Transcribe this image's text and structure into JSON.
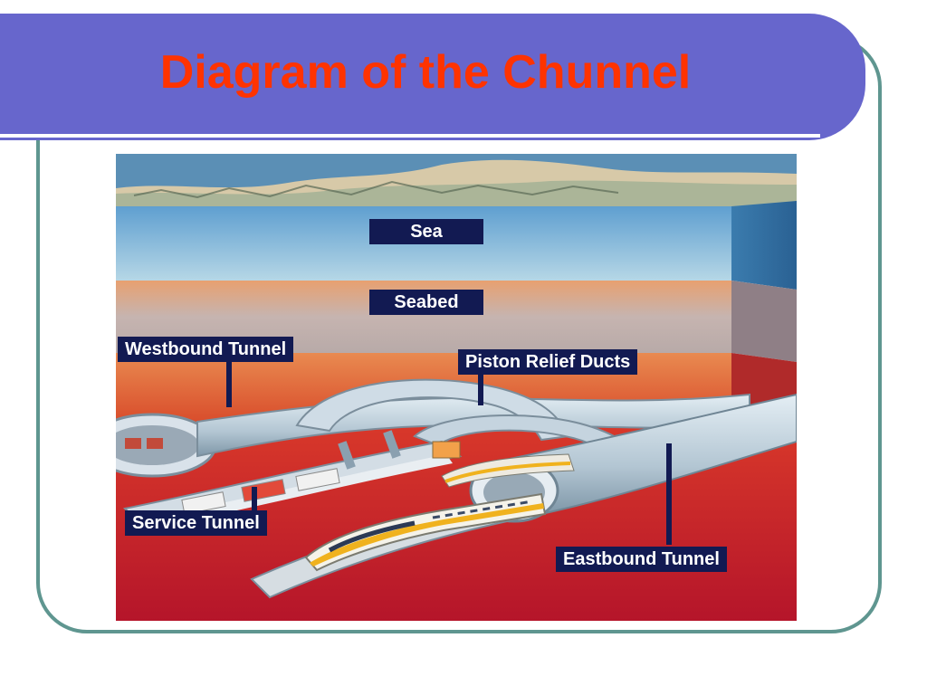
{
  "slide": {
    "title": "Diagram of the Chunnel"
  },
  "diagram": {
    "labels": {
      "sea": "Sea",
      "seabed": "Seabed",
      "westbound": "Westbound Tunnel",
      "piston": "Piston Relief Ducts",
      "service": "Service Tunnel",
      "eastbound": "Eastbound Tunnel"
    },
    "colors": {
      "title": "#ff3300",
      "title_bar": "#6766cc",
      "frame": "#5f9690",
      "label_bg": "#121a52",
      "sea": "#86bedc",
      "rock": "#d8382a",
      "tunnel": "#b9cad6"
    }
  }
}
